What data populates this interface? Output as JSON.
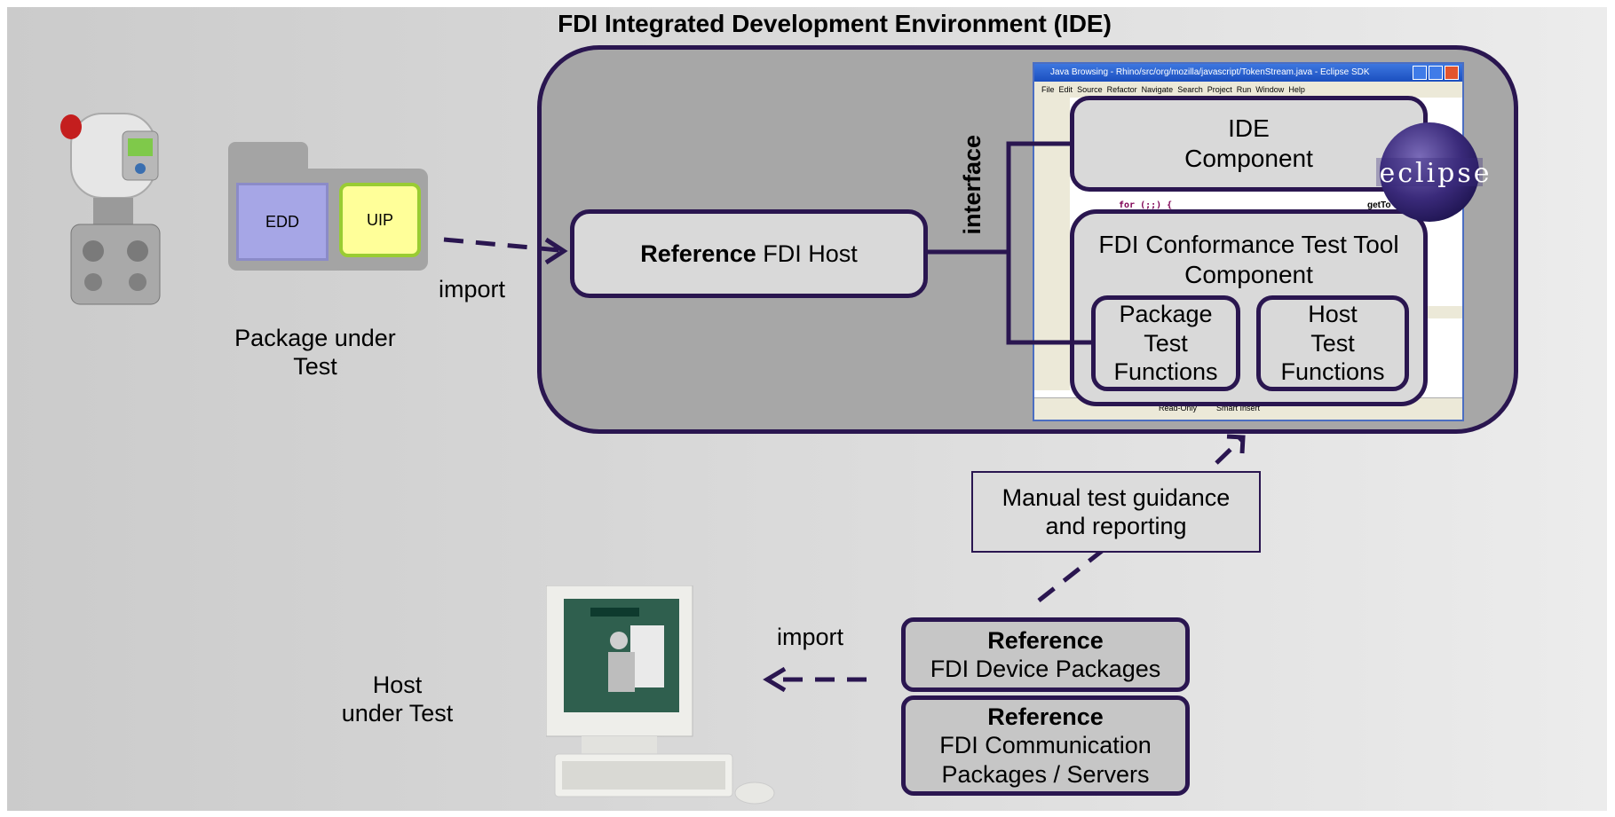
{
  "title": "FDI Integrated Development Environment (IDE)",
  "package": {
    "edd": "EDD",
    "uip": "UIP",
    "caption_line1": "Package under",
    "caption_line2": "Test"
  },
  "import_top": "import",
  "import_bottom": "import",
  "interface": "interface",
  "reference_host": {
    "bold": "Reference",
    "rest": " FDI Host"
  },
  "eclipse_window": {
    "title": "Java Browsing - Rhino/src/org/mozilla/javascript/TokenStream.java - Eclipse SDK",
    "menu": [
      "File",
      "Edit",
      "Source",
      "Refactor",
      "Navigate",
      "Search",
      "Project",
      "Run",
      "Window",
      "Help"
    ],
    "code_line": "for (;;) {",
    "outline_item": "getTo",
    "status_readonly": "Read-Only",
    "status_insert": "Smart Insert",
    "logo_text": "eclipse"
  },
  "ide_component": {
    "line1": "IDE",
    "line2": "Component"
  },
  "ctt_component": {
    "line1": "FDI Conformance Test Tool",
    "line2": "Component"
  },
  "package_test_functions": {
    "line1": "Package",
    "line2": "Test",
    "line3": "Functions"
  },
  "host_test_functions": {
    "line1": "Host",
    "line2": "Test",
    "line3": "Functions"
  },
  "guidance": {
    "line1": "Manual test guidance",
    "line2": "and reporting"
  },
  "ref_device": {
    "bold": "Reference",
    "line2": "FDI Device Packages"
  },
  "ref_comm": {
    "bold": "Reference",
    "line2": "FDI Communication",
    "line3": "Packages / Servers"
  },
  "host_under_test": {
    "line1": "Host",
    "line2": "under Test"
  },
  "colors": {
    "outline": "#2a1650",
    "ide_fill": "#a7a7a7",
    "box_fill": "#d9d9d9",
    "edd_fill": "#a6a6e6",
    "uip_fill": "#ffff99",
    "uip_border": "#99cc33"
  }
}
